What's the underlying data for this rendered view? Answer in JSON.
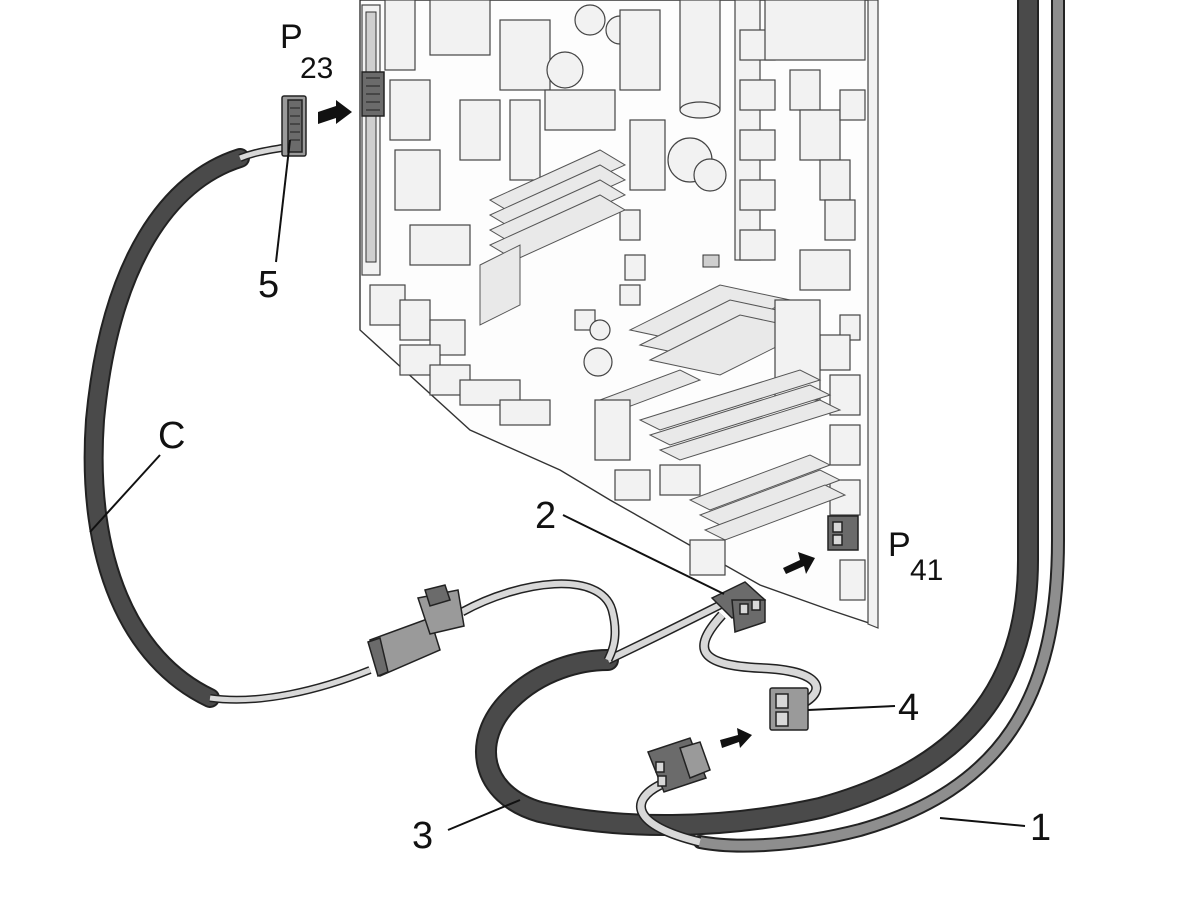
{
  "callouts": {
    "port_p23_letter": "P",
    "port_p23_number": "23",
    "port_p41_letter": "P",
    "port_p41_number": "41",
    "label_c": "C",
    "label_1": "1",
    "label_2": "2",
    "label_3": "3",
    "label_4": "4",
    "label_5": "5"
  },
  "colors": {
    "cable_dark": "#4a4a4a",
    "cable_grey": "#8e8e8e",
    "wire_light": "#cfcfcf",
    "outline": "#222222"
  }
}
